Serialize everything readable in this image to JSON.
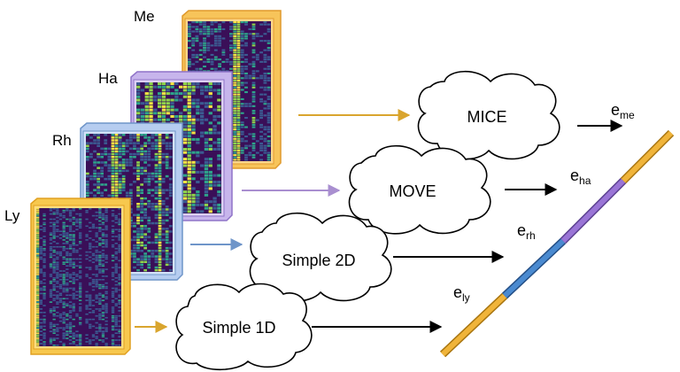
{
  "panels": {
    "me": {
      "label": "Me",
      "frame_color": "#f2a93b"
    },
    "ha": {
      "label": "Ha",
      "frame_color": "#a98fd8"
    },
    "rh": {
      "label": "Rh",
      "frame_color": "#8fb3e8"
    },
    "ly": {
      "label": "Ly",
      "frame_color": "#f2b52b"
    }
  },
  "models": {
    "mice": "MICE",
    "move": "MOVE",
    "simple2d": "Simple 2D",
    "simple1d": "Simple 1D"
  },
  "embeddings": {
    "me": {
      "base": "e",
      "sub": "me"
    },
    "ha": {
      "base": "e",
      "sub": "ha"
    },
    "rh": {
      "base": "e",
      "sub": "rh"
    },
    "ly": {
      "base": "e",
      "sub": "ly"
    }
  },
  "colors": {
    "arrow_me": "#d9a52e",
    "arrow_ha": "#a98fd0",
    "arrow_rh": "#6f95c9",
    "arrow_ly": "#d9a52e",
    "heatmap_bg": "#3a0f58",
    "bar_gold": "#e6a930",
    "bar_purple": "#8e68c8",
    "bar_blue": "#3f7fc0"
  }
}
